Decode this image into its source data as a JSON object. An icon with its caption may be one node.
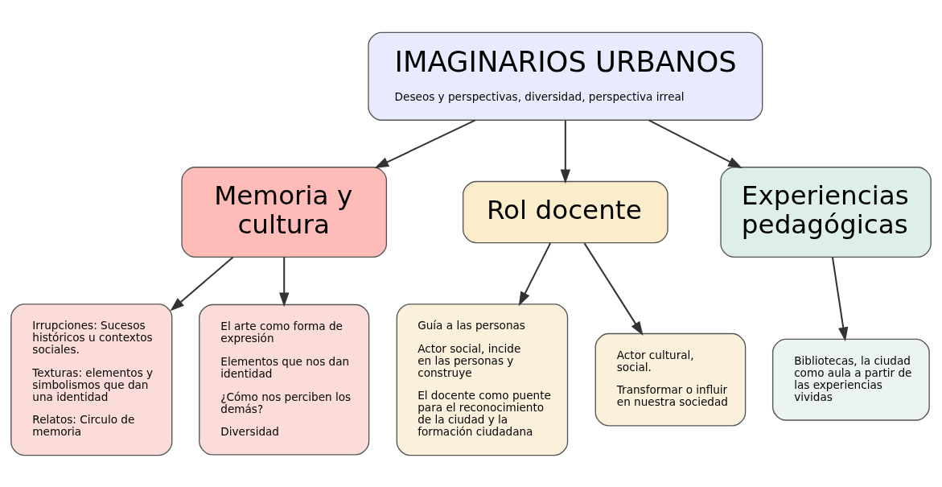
{
  "diagram": {
    "nodes": [
      {
        "text": [
          "IMAGINARIOS URBANOS",
          "Deseos y perspectivas, diversidad, perspectiva irreal"
        ]
      },
      {
        "text": [
          "Memoria y cultura"
        ]
      },
      {
        "text": [
          "Rol docente"
        ]
      },
      {
        "text": [
          "Experiencias pedagógicas"
        ]
      },
      {
        "text": [
          "Irrupciones: Sucesos históricos u contextos sociales.",
          "Texturas: elementos y simbolismos que dan una identidad",
          "Relatos: Circulo de memoria"
        ]
      },
      {
        "text": [
          "El arte como forma de expresión",
          "Elementos que nos dan identidad",
          "¿Cómo nos perciben los demás?",
          "Diversidad"
        ]
      },
      {
        "text": [
          "Guía a las personas",
          "Actor social, incide en las personas y construye",
          "El docente como puente para el reconocimiento de la ciudad y la formación ciudadana"
        ]
      },
      {
        "text": [
          "Actor cultural, social.",
          "Transformar o influir en nuestra sociedad"
        ]
      },
      {
        "text": [
          "Bibliotecas, la ciudad como aula a partir de las experiencias vividas"
        ]
      }
    ],
    "edges": [
      {
        "from": 0,
        "to": 1,
        "arrow": "to"
      },
      {
        "from": 0,
        "to": 2,
        "arrow": "to"
      },
      {
        "from": 0,
        "to": 3,
        "arrow": "to"
      },
      {
        "from": 1,
        "to": 4,
        "arrow": "to"
      },
      {
        "from": 1,
        "to": 5,
        "arrow": "to"
      },
      {
        "from": 2,
        "to": 6,
        "arrow": "to"
      },
      {
        "from": 2,
        "to": 7,
        "arrow": "to"
      },
      {
        "from": 3,
        "to": 8,
        "arrow": "to"
      }
    ]
  }
}
